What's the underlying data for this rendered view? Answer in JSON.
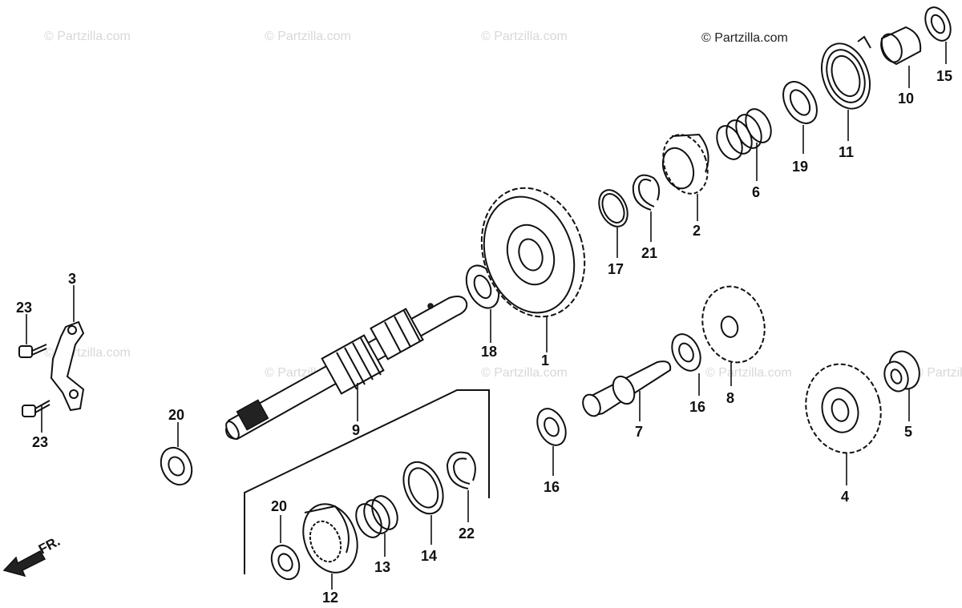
{
  "watermark": "© Partzilla.com",
  "watermark_main": "© Partzilla.com",
  "direction_label": "FR.",
  "callouts": {
    "c1": "1",
    "c2": "2",
    "c3": "3",
    "c4": "4",
    "c5": "5",
    "c6": "6",
    "c7": "7",
    "c8": "8",
    "c9": "9",
    "c10": "10",
    "c11": "11",
    "c12": "12",
    "c13": "13",
    "c14": "14",
    "c15": "15",
    "c16a": "16",
    "c16b": "16",
    "c17": "17",
    "c18": "18",
    "c19": "19",
    "c20a": "20",
    "c20b": "20",
    "c21": "21",
    "c22": "22",
    "c23a": "23",
    "c23b": "23"
  }
}
